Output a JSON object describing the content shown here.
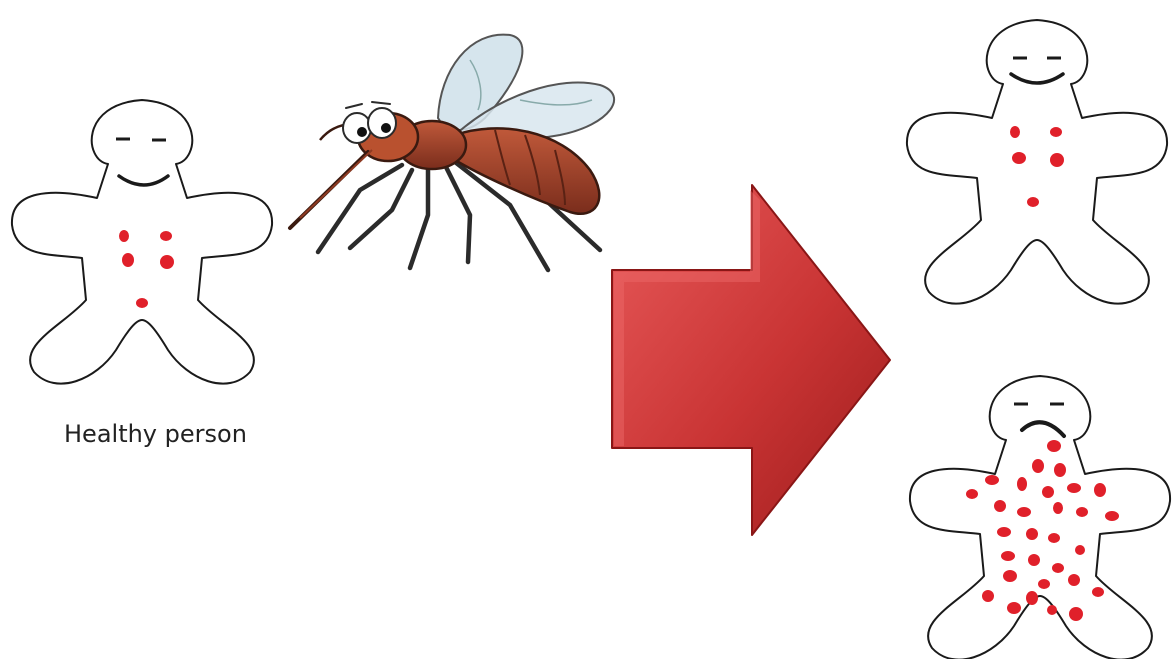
{
  "caption": {
    "healthy_person": "Healthy person"
  },
  "colors": {
    "outline": "#1a1a1a",
    "spot": "#e0202a",
    "arrow_light": "#e34a4a",
    "arrow_dark": "#a81e1e",
    "mosquito_body": "#a0432c",
    "mosquito_wing": "#cfe0ea"
  },
  "figures": [
    {
      "role": "healthy-person",
      "face": "smile",
      "spots": 5
    },
    {
      "role": "outcome-mild",
      "face": "smile",
      "spots": 5
    },
    {
      "role": "outcome-severe",
      "face": "frown",
      "spots": 30
    }
  ],
  "icons": [
    "mosquito-icon",
    "right-arrow-icon"
  ]
}
